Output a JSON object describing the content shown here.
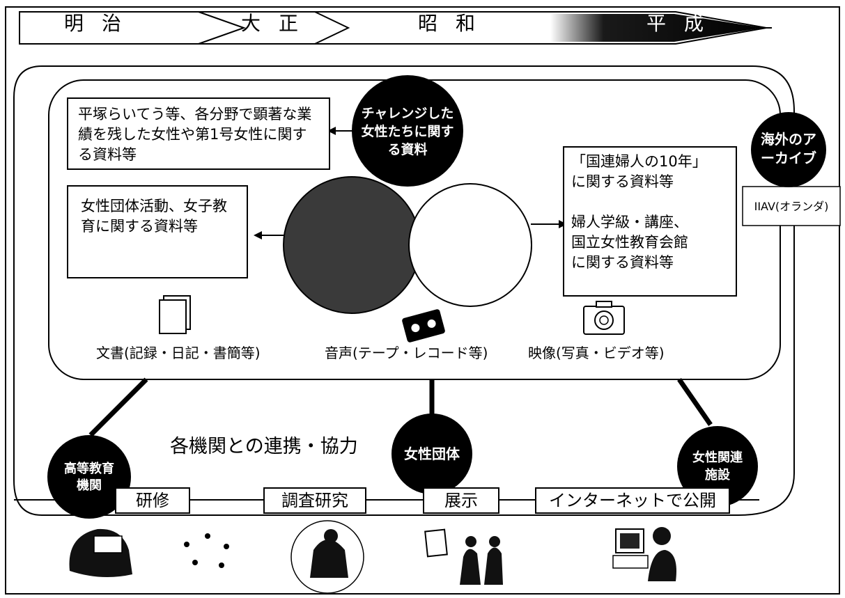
{
  "eras": [
    "明治",
    "大正",
    "昭和",
    "平成"
  ],
  "boxes": {
    "notable_women": "平塚らいてう等、各分野で顕著な業績を残した女性や第1号女性に関する資料等",
    "org_activities": "女性団体活動、女子教育に関する資料等",
    "un_decade_line1": "「国連婦人の10年」",
    "un_decade_line2": "に関する資料等",
    "classes_line1": "婦人学級・講座、",
    "classes_line2": "国立女性教育会館",
    "classes_line3": "に関する資料等"
  },
  "bubbles": {
    "challenge": "チャレンジした女性たちに関する資料",
    "overseas": "海外のアーカイブ",
    "women_orgs": "女性団体",
    "higher_ed": "高等教育機関",
    "women_facilities": "女性関連施設"
  },
  "iiav_label": "IIAV(オランダ)",
  "media": {
    "documents": "文書(記録・日記・書簡等)",
    "audio": "音声(テープ・レコード等)",
    "video": "映像(写真・ビデオ等)"
  },
  "cooperation": "各機関との連携・協力",
  "activities": [
    "研修",
    "調査研究",
    "展示",
    "インターネットで公開"
  ],
  "colors": {
    "bubble_fill": "#000000",
    "line": "#000000",
    "background": "#ffffff"
  }
}
